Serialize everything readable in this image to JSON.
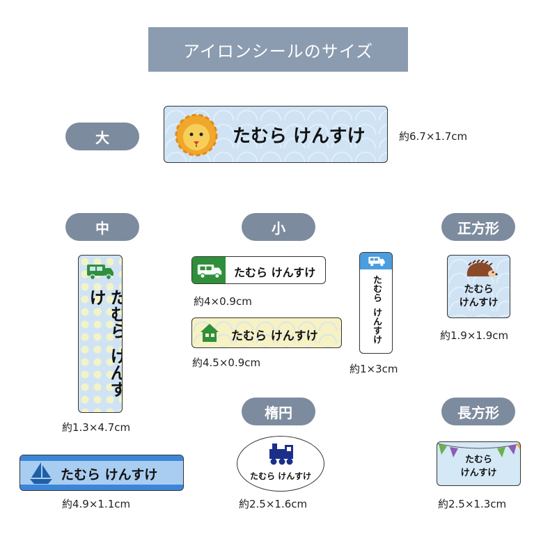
{
  "header": {
    "title": "アイロンシールのサイズ"
  },
  "categories": {
    "large": "大",
    "medium": "中",
    "small": "小",
    "square": "正方形",
    "oval": "楕円",
    "rectangle": "長方形"
  },
  "labels": {
    "name_one_line": "たむら けんすけ",
    "name_family": "たむら",
    "name_given": "けんすけ"
  },
  "sizes": {
    "large": "約6.7×1.7cm",
    "medium": "約1.3×4.7cm",
    "small_a": "約4×0.9cm",
    "small_b": "約4.5×0.9cm",
    "small_c": "約1×3cm",
    "square": "約1.9×1.9cm",
    "wide": "約4.9×1.1cm",
    "oval": "約2.5×1.6cm",
    "rectangle": "約2.5×1.3cm"
  },
  "colors": {
    "pill": "#7d8b9e",
    "header": "#8b9bb0",
    "green": "#2f8f3a",
    "blue": "#3b86d8",
    "navy": "#1b2f8a",
    "label_bg": "#cfe3f4"
  },
  "icons": [
    "lion-icon",
    "truck-icon",
    "house-icon",
    "hedgehog-icon",
    "sailboat-icon",
    "train-icon",
    "bunting-icon"
  ]
}
